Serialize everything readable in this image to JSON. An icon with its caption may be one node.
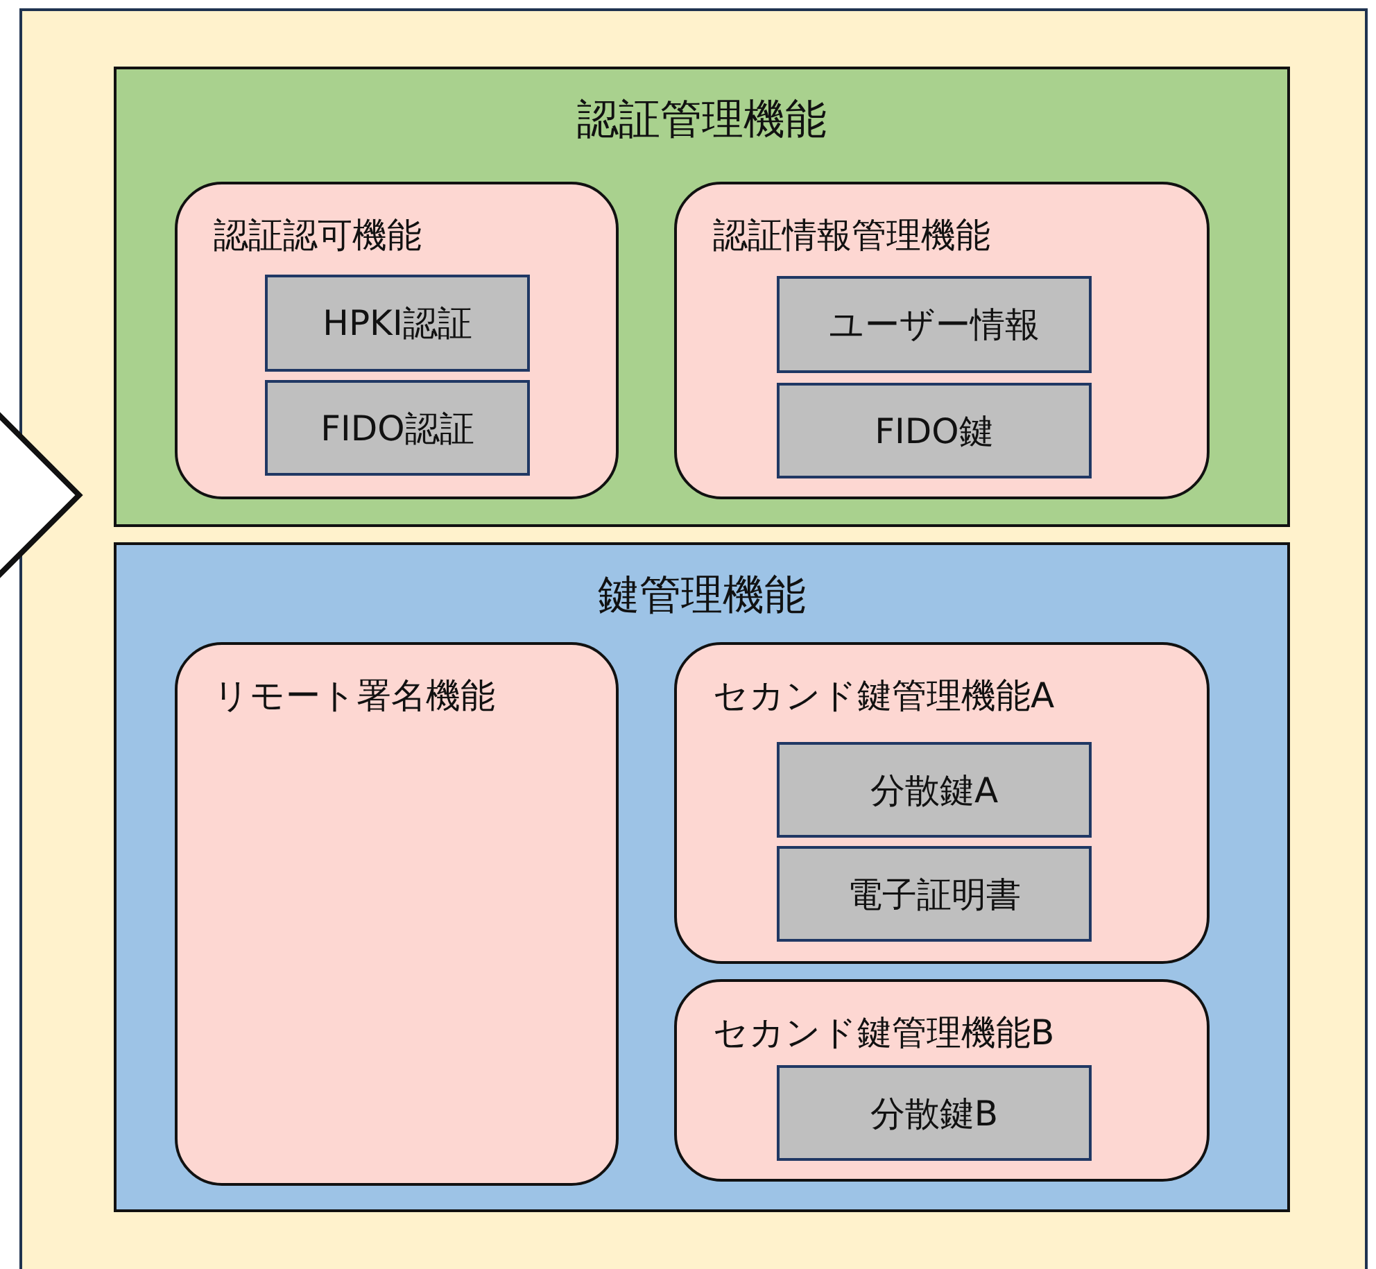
{
  "diagram": {
    "nodes": [
      {
        "text": [],
        "shape": "box"
      },
      {
        "text": [
          "認証管理機能"
        ],
        "in": 0
      },
      {
        "text": [
          "認証認可機能"
        ],
        "in": 1
      },
      {
        "text": [
          "HPKI認証"
        ],
        "in": 2
      },
      {
        "text": [
          "FIDO認証"
        ],
        "in": 2
      },
      {
        "text": [
          "認証情報管理機能"
        ],
        "in": 1
      },
      {
        "text": [
          "ユーザー情報"
        ],
        "in": 5
      },
      {
        "text": [
          "FIDO鍵"
        ],
        "in": 5
      },
      {
        "text": [
          "鍵管理機能"
        ],
        "in": 0
      },
      {
        "text": [
          "リモート署名機能"
        ],
        "in": 8
      },
      {
        "text": [
          "セカンド鍵管理機能A"
        ],
        "in": 8
      },
      {
        "text": [
          "分散鍵A"
        ],
        "in": 10
      },
      {
        "text": [
          "電子証明書"
        ],
        "in": 10
      },
      {
        "text": [
          "セカンド鍵管理機能B"
        ],
        "in": 8
      },
      {
        "text": [
          "分散鍵B"
        ],
        "in": 13
      }
    ]
  }
}
